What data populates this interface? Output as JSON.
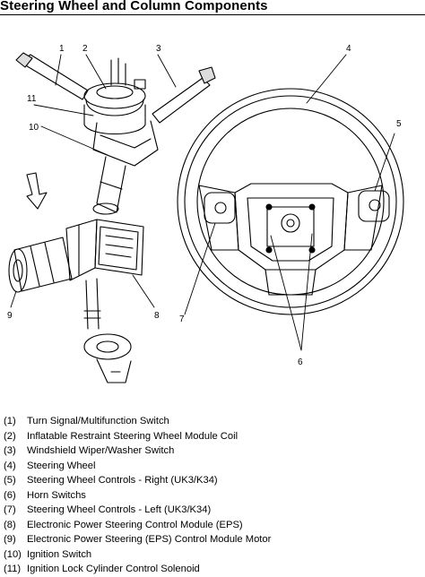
{
  "title": "Steering Wheel and Column Components",
  "callouts": [
    "1",
    "2",
    "3",
    "4",
    "5",
    "6",
    "7",
    "8",
    "9",
    "10",
    "11"
  ],
  "legend": [
    {
      "num": "(1)",
      "text": "Turn Signal/Multifunction Switch"
    },
    {
      "num": "(2)",
      "text": "Inflatable Restraint Steering Wheel Module Coil"
    },
    {
      "num": "(3)",
      "text": "Windshield Wiper/Washer Switch"
    },
    {
      "num": "(4)",
      "text": "Steering Wheel"
    },
    {
      "num": "(5)",
      "text": "Steering Wheel Controls - Right (UK3/K34)"
    },
    {
      "num": "(6)",
      "text": "Horn Switchs"
    },
    {
      "num": "(7)",
      "text": "Steering Wheel Controls - Left (UK3/K34)"
    },
    {
      "num": "(8)",
      "text": "Electronic Power Steering Control Module (EPS)"
    },
    {
      "num": "(9)",
      "text": "Electronic Power Steering (EPS) Control Module Motor"
    },
    {
      "num": "(10)",
      "text": "Ignition Switch"
    },
    {
      "num": "(11)",
      "text": "Ignition Lock Cylinder Control Solenoid"
    }
  ]
}
